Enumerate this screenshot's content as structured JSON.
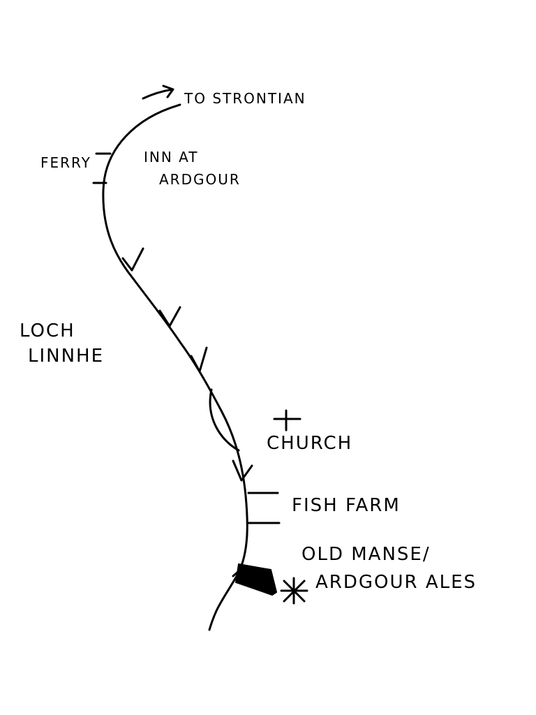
{
  "map": {
    "labels": {
      "to_strontian": "TO STRONTIAN",
      "ferry": "FERRY",
      "inn_line1": "INN AT",
      "inn_line2": "ARDGOUR",
      "loch_line1": "LOCH",
      "loch_line2": "LINNHE",
      "church": "CHURCH",
      "fish_farm": "FISH FARM",
      "old_manse_line1": "OLD MANSE/",
      "old_manse_line2": "ARDGOUR ALES"
    },
    "colors": {
      "ink": "#000000",
      "paper": "#ffffff"
    }
  }
}
